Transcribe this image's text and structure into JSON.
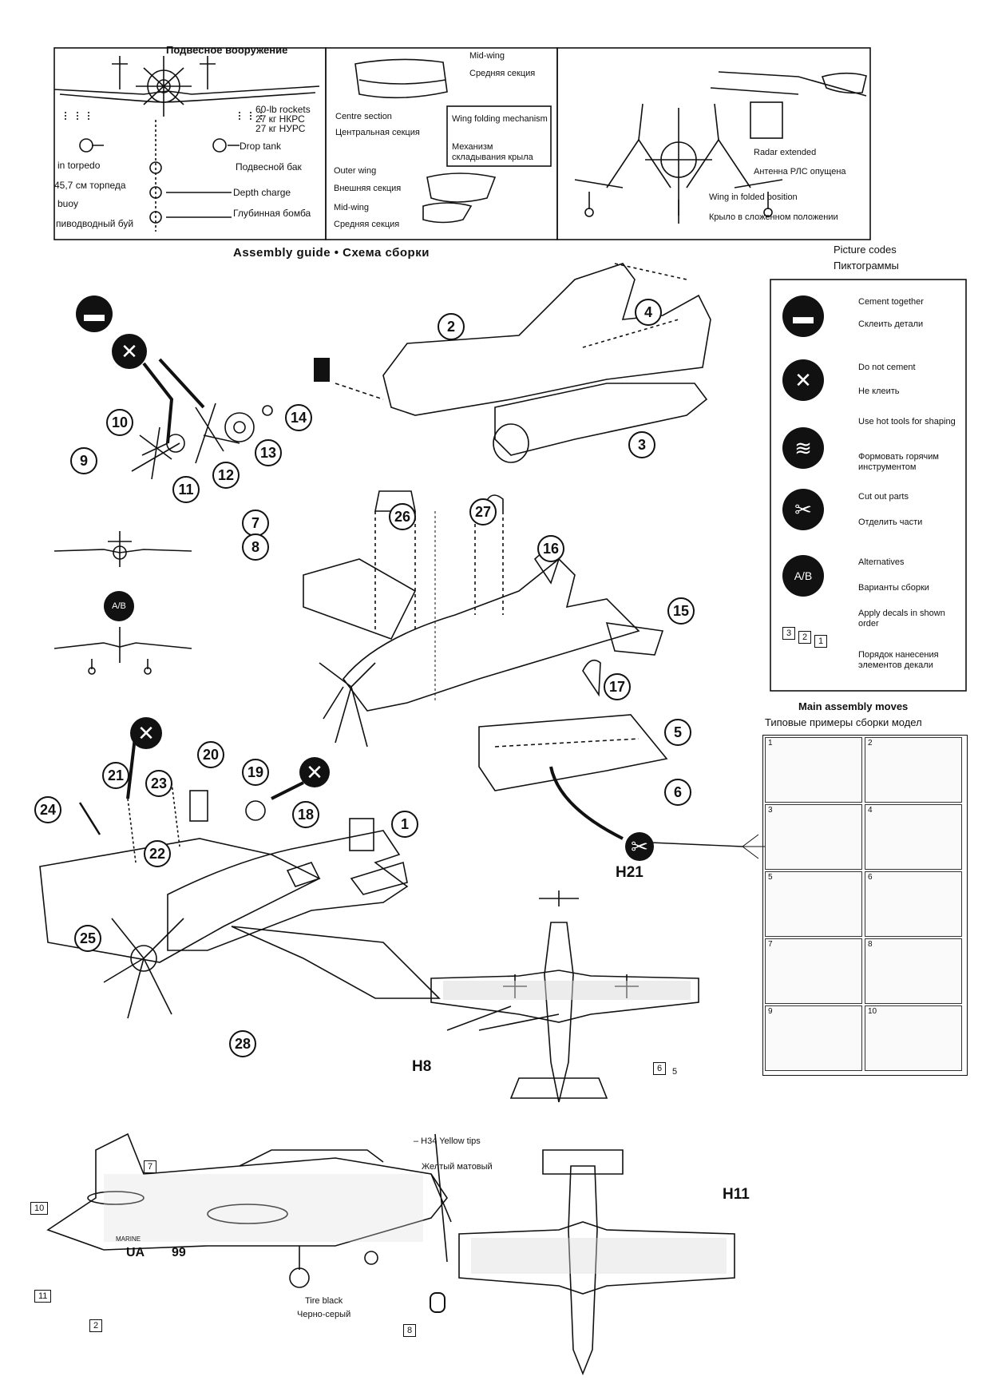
{
  "weapons": {
    "title": "Подвесное вооружение",
    "rockets_en": "60-lb rockets",
    "rockets_ru1": "27 кг НКРС",
    "rockets_ru2": "27 кг НУРС",
    "drop_tank_en": "Drop tank",
    "drop_tank_ru": "Подвесной бак",
    "torpedo_en": "in torpedo",
    "torpedo_ru": "45,7 см торпеда",
    "depth_en": "Depth charge",
    "depth_ru": "Глубинная бомба",
    "buoy_en": "buoy",
    "buoy_ru": "пиводводный буй"
  },
  "wing": {
    "mid_en": "Mid-wing",
    "mid_ru": "Средняя секция",
    "centre_en": "Centre section",
    "centre_ru": "Центральная секция",
    "folding_en": "Wing folding mechanism",
    "folding_ru": "Механизм складывания крыла",
    "outer_en": "Outer wing",
    "outer_ru": "Внешняя секция",
    "mid2_en": "Mid-wing",
    "mid2_ru": "Средняя секция",
    "radar_en": "Radar extended",
    "radar_ru": "Антенна РЛС опущена",
    "fold_en": "Wing in folded position",
    "fold_ru": "Крыло в сложенном положении"
  },
  "assembly_title": "Assembly guide • Схема сборки",
  "picture_codes": {
    "title_en": "Picture codes",
    "title_ru": "Пиктограммы",
    "items": [
      {
        "en": "Cement together",
        "ru": "Склеить детали",
        "icon": "cement-icon"
      },
      {
        "en": "Do not cement",
        "ru": "Не клеить",
        "icon": "no-cement-icon"
      },
      {
        "en": "Use hot tools for shaping",
        "ru": "Формовать горячим инструментом",
        "icon": "hot-tool-icon"
      },
      {
        "en": "Cut out parts",
        "ru": "Отделить части",
        "icon": "cut-icon"
      },
      {
        "en": "Alternatives",
        "ru": "Варианты сборки",
        "icon": "alternatives-icon"
      },
      {
        "en": "Apply decals in shown order",
        "ru": "Порядок нанесения элементов декали",
        "icon": "decal-order-icon"
      }
    ],
    "decal_digits": [
      "3",
      "2",
      "1"
    ]
  },
  "main_moves": {
    "title_en": "Main assembly moves",
    "title_ru": "Типовые примеры сборки модел",
    "cells": [
      "1",
      "2",
      "3",
      "4",
      "5",
      "6",
      "7",
      "8",
      "9",
      "10"
    ]
  },
  "parts": [
    "1",
    "2",
    "3",
    "4",
    "5",
    "6",
    "7",
    "8",
    "9",
    "10",
    "11",
    "12",
    "13",
    "14",
    "15",
    "16",
    "17",
    "18",
    "19",
    "20",
    "21",
    "22",
    "23",
    "24",
    "25",
    "26",
    "27",
    "28"
  ],
  "alt_labels": {
    "a": "A",
    "b": "B"
  },
  "decals": {
    "h21": "H21",
    "h8": "H8",
    "h11": "H11",
    "h34": "– H34 Yellow tips",
    "h34_ru": "Желтый матовый",
    "tire_en": "Tire black",
    "tire_ru": "Черно-серый",
    "box_6": "6",
    "box_5": "5",
    "box_7": "7",
    "box_10": "10",
    "box_11": "11",
    "box_2": "2",
    "box_8": "8",
    "code": "UA",
    "number": "99",
    "marine": "MARINE"
  }
}
